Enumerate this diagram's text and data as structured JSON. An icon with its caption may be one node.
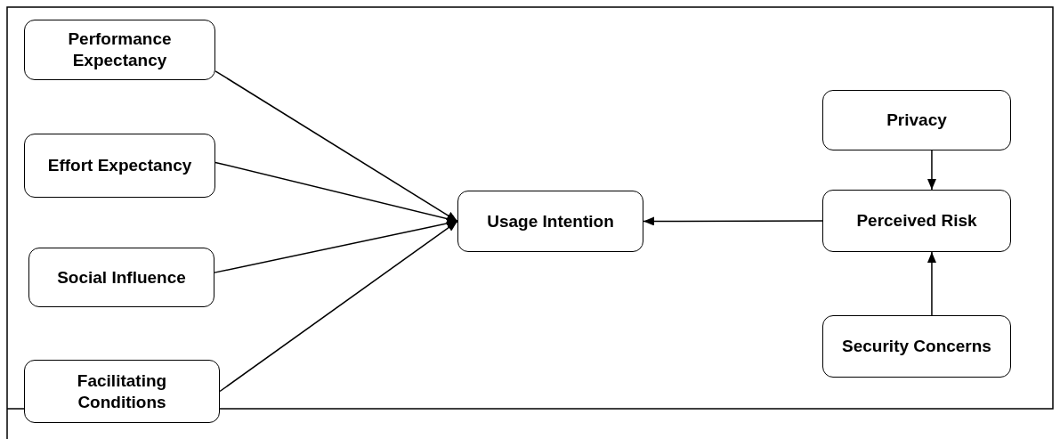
{
  "diagram": {
    "nodes": [
      {
        "text": [
          "Performance Expectancy"
        ]
      },
      {
        "text": [
          "Effort Expectancy"
        ]
      },
      {
        "text": [
          "Social Influence"
        ]
      },
      {
        "text": [
          "Facilitating Conditions"
        ]
      },
      {
        "text": [
          "Usage Intention"
        ]
      },
      {
        "text": [
          "Privacy"
        ]
      },
      {
        "text": [
          "Perceived Risk"
        ]
      },
      {
        "text": [
          "Security Concerns"
        ]
      }
    ],
    "edges": [
      {
        "from": 0,
        "to": 4,
        "arrow": "to"
      },
      {
        "from": 1,
        "to": 4,
        "arrow": "to"
      },
      {
        "from": 2,
        "to": 4,
        "arrow": "to"
      },
      {
        "from": 3,
        "to": 4,
        "arrow": "to"
      },
      {
        "from": 6,
        "to": 4,
        "arrow": "to"
      },
      {
        "from": 5,
        "to": 6,
        "arrow": "to"
      },
      {
        "from": 7,
        "to": 6,
        "arrow": "to"
      }
    ]
  }
}
